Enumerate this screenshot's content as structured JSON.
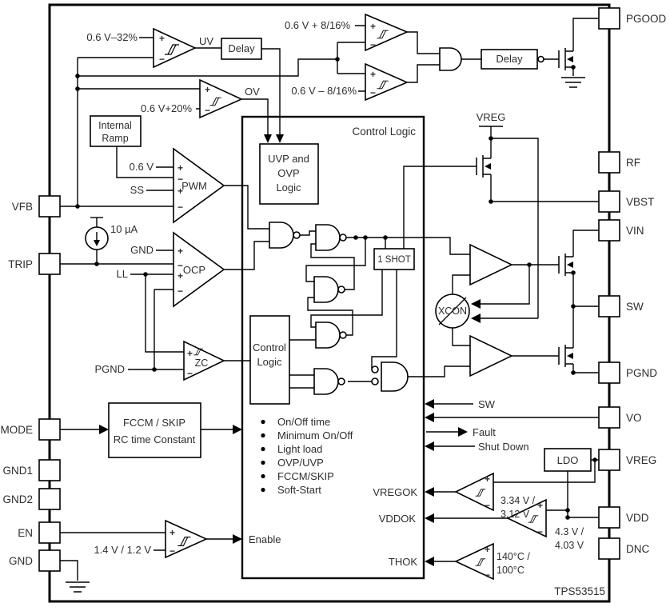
{
  "title": "TPS53515 functional block diagram",
  "part_number": "TPS53515",
  "pins": {
    "left": [
      "VFB",
      "TRIP",
      "MODE",
      "GND1",
      "GND2",
      "EN",
      "GND"
    ],
    "right": [
      "PGOOD",
      "RF",
      "VBST",
      "VIN",
      "SW",
      "PGND",
      "VO",
      "VREG",
      "VDD",
      "DNC"
    ]
  },
  "labels": {
    "plus": "+",
    "minus": "−",
    "uv_threshold": "0.6 V–32%",
    "uv": "UV",
    "delay1": "Delay",
    "pg_high": "0.6 V + 8/16%",
    "pg_low": "0.6 V – 8/16%",
    "delay2": "Delay",
    "ov_threshold": "0.6 V+20%",
    "ov": "OV",
    "internal_ramp_1": "Internal",
    "internal_ramp_2": "Ramp",
    "ref": "0.6 V",
    "ss": "SS",
    "pwm": "PWM",
    "current_source": "10 µA",
    "gnd_net": "GND",
    "ll_net": "LL",
    "ocp": "OCP",
    "pgnd_net": "PGND",
    "zc": "ZC",
    "control_logic_title": "Control Logic",
    "uvp_ovp_1": "UVP and",
    "uvp_ovp_2": "OVP",
    "uvp_ovp_3": "Logic",
    "one_shot": "1 SHOT",
    "inner_control_1": "Control",
    "inner_control_2": "Logic",
    "xcon": "XCON",
    "vreg_rail": "VREG",
    "sw_net": "SW",
    "fault": "Fault",
    "shut_down": "Shut Down",
    "vregok": "VREGOK",
    "vddok": "VDDOK",
    "thok": "THOK",
    "ldo": "LDO",
    "vreg_th1": "3.34 V /",
    "vreg_th2": "3.12 V",
    "vdd_th1": "4.3 V /",
    "vdd_th2": "4.03 V",
    "temp_th1": "140°C /",
    "temp_th2": "100°C",
    "en_threshold": "1.4 V / 1.2 V",
    "enable": "Enable",
    "fccm_1": "FCCM / SKIP",
    "fccm_2": "RC time Constant"
  },
  "control_logic": {
    "bullets": [
      "On/Off time",
      "Minimum On/Off",
      "Light load",
      "OVP/UVP",
      "FCCM/SKIP",
      "Soft-Start"
    ]
  }
}
